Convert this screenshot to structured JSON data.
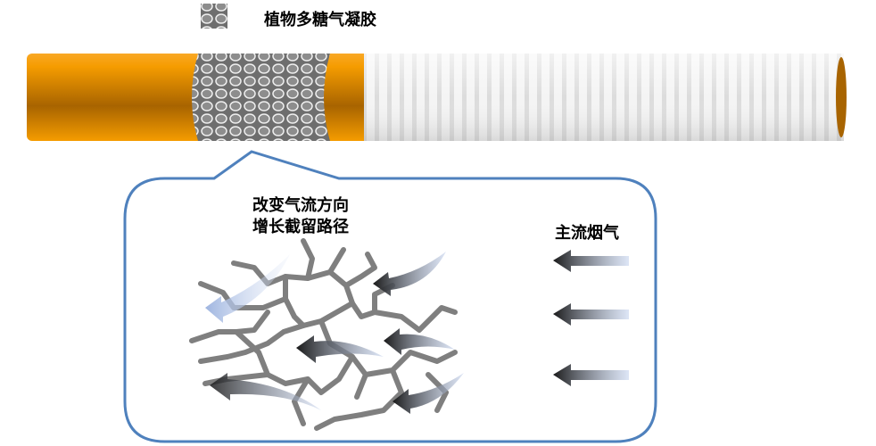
{
  "legend": {
    "label": "植物多糖气凝胶",
    "swatch_icon": "aerogel-texture-icon"
  },
  "callout": {
    "line1": "改变气流方向",
    "line2": "增长截留路径"
  },
  "smoke_label": "主流烟气",
  "colors": {
    "filter_orange": "#f59c00",
    "callout_border": "#4f81bd",
    "network_gray": "#7f7f7f"
  }
}
